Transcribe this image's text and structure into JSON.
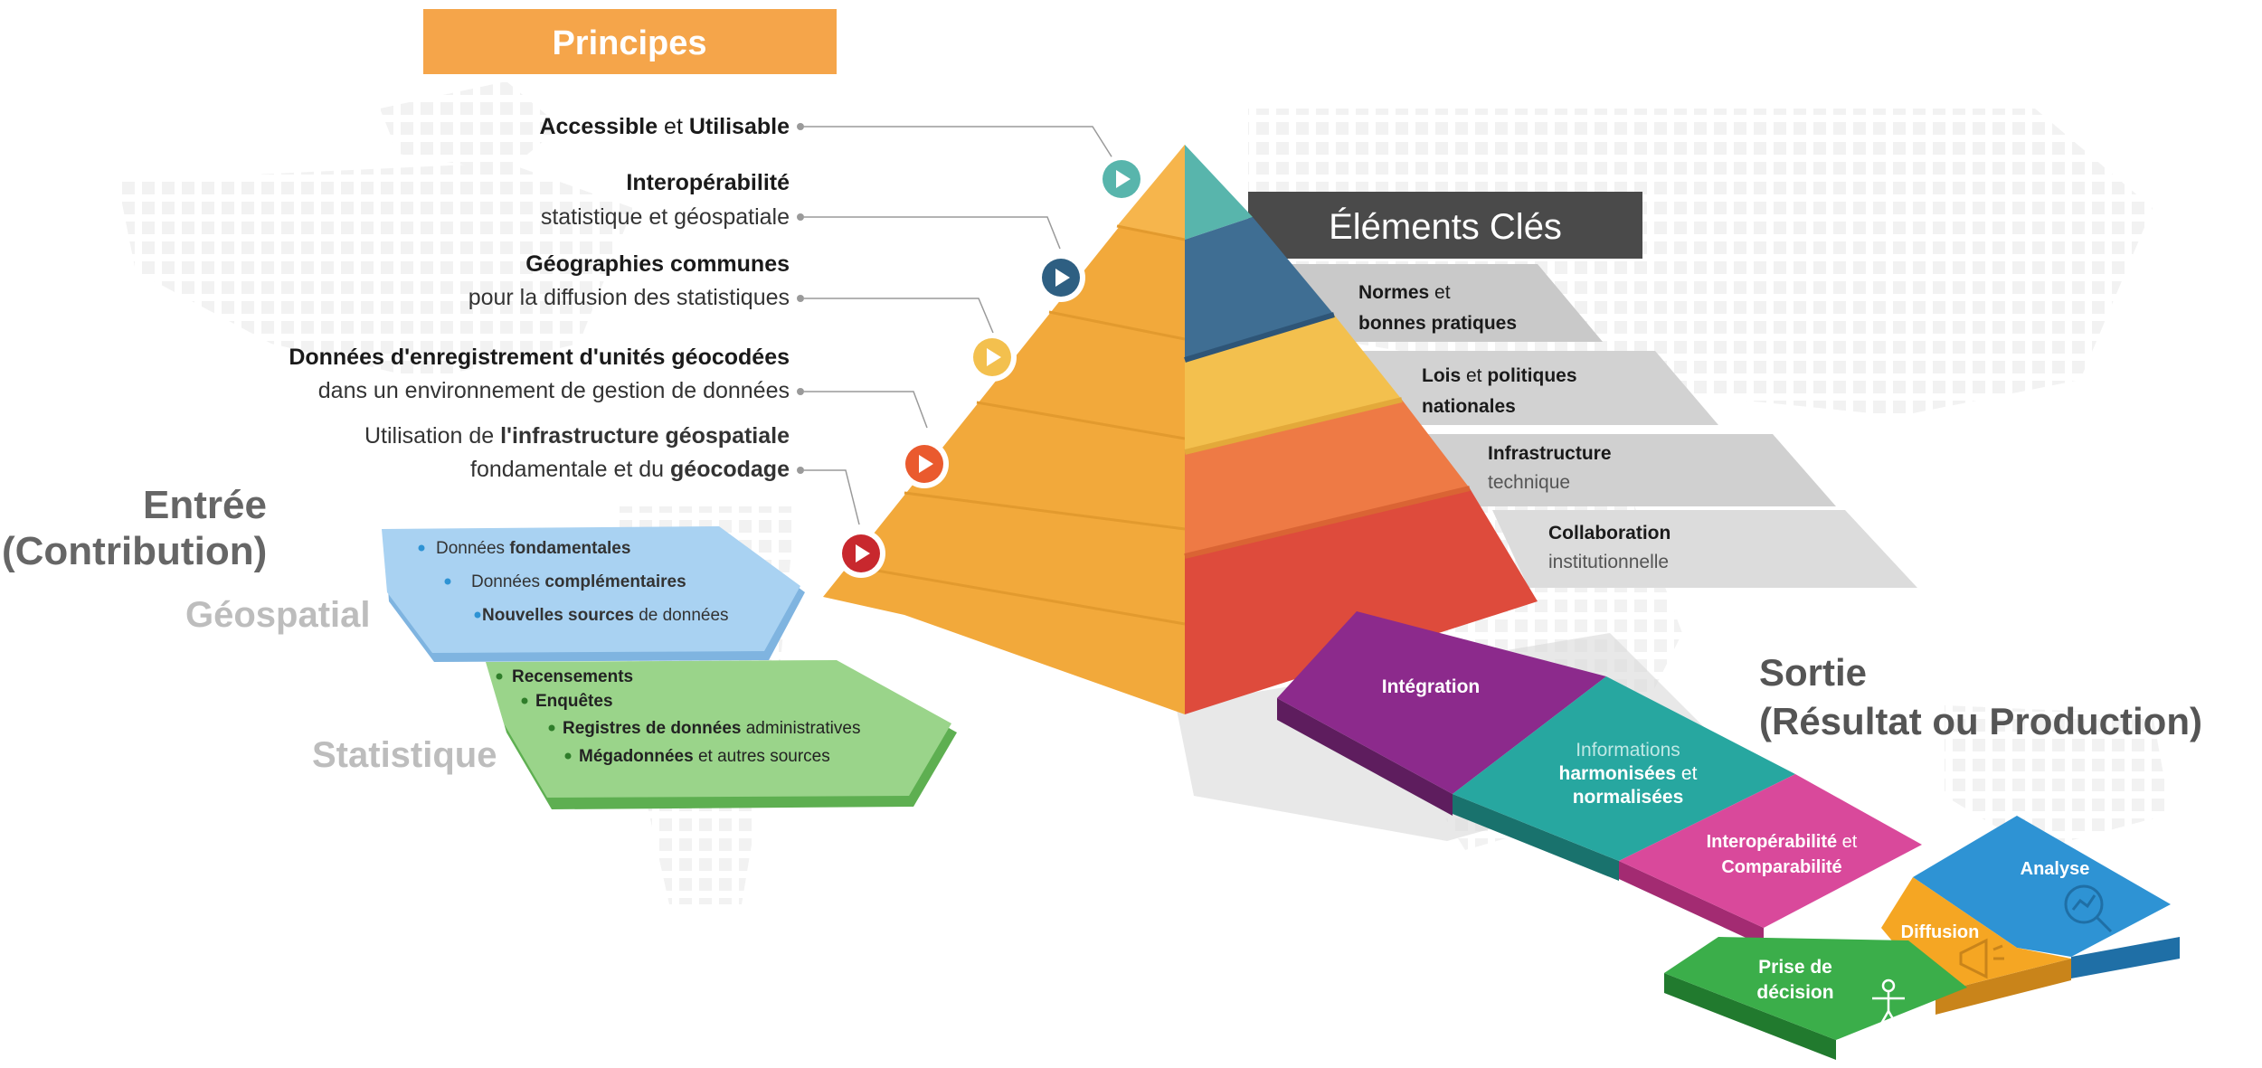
{
  "principles": {
    "header": "Principes",
    "items": [
      {
        "segments": [
          {
            "text": "Accessible",
            "bold": true
          },
          {
            "text": " et ",
            "bold": false
          },
          {
            "text": "Utilisable",
            "bold": true
          }
        ],
        "line2": []
      },
      {
        "segments": [
          {
            "text": "Interopérabilité",
            "bold": true
          }
        ],
        "line2": [
          {
            "text": "statistique et géospatiale",
            "bold": false
          }
        ]
      },
      {
        "segments": [
          {
            "text": "Géographies communes",
            "bold": true
          }
        ],
        "line2": [
          {
            "text": "pour la diffusion des statistiques",
            "bold": false
          }
        ]
      },
      {
        "segments": [
          {
            "text": "Données d'enregistrement d'unités géocodées",
            "bold": true
          }
        ],
        "line2": [
          {
            "text": "dans un environnement de gestion de données",
            "bold": false
          }
        ]
      },
      {
        "segments": [
          {
            "text": "Utilisation de ",
            "bold": false
          },
          {
            "text": "l'infrastructure géospatiale",
            "bold": true
          }
        ],
        "line2": [
          {
            "text": "fondamentale et du ",
            "bold": false
          },
          {
            "text": "géocodage",
            "bold": true
          }
        ]
      }
    ]
  },
  "key_elements": {
    "header": "Éléments Clés",
    "items": [
      {
        "line1": [
          {
            "text": "Normes",
            "bold": true
          },
          {
            "text": " et",
            "bold": false
          }
        ],
        "line2": [
          {
            "text": "bonnes pratiques",
            "bold": true
          }
        ]
      },
      {
        "line1": [
          {
            "text": "Lois",
            "bold": true
          },
          {
            "text": " et ",
            "bold": false
          },
          {
            "text": "politiques",
            "bold": true
          }
        ],
        "line2": [
          {
            "text": "nationales",
            "bold": true
          }
        ]
      },
      {
        "line1": [
          {
            "text": "Infrastructure",
            "bold": true
          }
        ],
        "line2": [
          {
            "text": "technique",
            "bold": false
          }
        ]
      },
      {
        "line1": [
          {
            "text": "Collaboration",
            "bold": true
          }
        ],
        "line2": [
          {
            "text": "institutionnelle",
            "bold": false
          }
        ]
      }
    ]
  },
  "input": {
    "title_line1": "Entrée",
    "title_line2": "(Contribution)",
    "geospatial": {
      "label": "Géospatial",
      "items": [
        [
          {
            "text": "Données ",
            "bold": false
          },
          {
            "text": "fondamentales",
            "bold": true
          }
        ],
        [
          {
            "text": "Données ",
            "bold": false
          },
          {
            "text": "complémentaires",
            "bold": true
          }
        ],
        [
          {
            "text": "Nouvelles sources",
            "bold": true
          },
          {
            "text": " de données",
            "bold": false
          }
        ]
      ]
    },
    "statistical": {
      "label": "Statistique",
      "items": [
        [
          {
            "text": "Recensements",
            "bold": true
          }
        ],
        [
          {
            "text": "Enquêtes",
            "bold": true
          }
        ],
        [
          {
            "text": "Registres de données",
            "bold": true
          },
          {
            "text": " administratives",
            "bold": false
          }
        ],
        [
          {
            "text": "Mégadonnées",
            "bold": true
          },
          {
            "text": " et autres sources",
            "bold": false
          }
        ]
      ]
    }
  },
  "output": {
    "title_line1": "Sortie",
    "title_line2": "(Résultat ou Production)",
    "steps": {
      "integration": "Intégration",
      "harmonized": {
        "line1": [
          {
            "text": "Informations",
            "bold": false
          }
        ],
        "line2": [
          {
            "text": "harmonisées",
            "bold": true
          },
          {
            "text": " et",
            "bold": false
          }
        ],
        "line3": [
          {
            "text": "normalisées",
            "bold": true
          }
        ]
      },
      "interop": {
        "line1": [
          {
            "text": "Interopérabilité",
            "bold": true
          },
          {
            "text": " et",
            "bold": false
          }
        ],
        "line2": [
          {
            "text": "Comparabilité",
            "bold": true
          }
        ]
      },
      "analysis": "Analyse",
      "diffusion": "Diffusion",
      "decision_line1": "Prise de",
      "decision_line2": "décision"
    }
  },
  "colors": {
    "principles_header": "#F5A54A",
    "key_header": "#4A4A4A",
    "pyramid_front": "#F2A93B",
    "tier_teal": "#58B5AC",
    "tier_blue": "#3F6E93",
    "tier_yellow": "#F3C04E",
    "tier_orange": "#EE7A45",
    "tier_red": "#DE4B3C",
    "geo_box": "#9ECBF0",
    "stat_box": "#90CC7E",
    "integration": "#8C2A8C",
    "harmonized": "#27A7A0",
    "interop": "#D9499B",
    "analysis": "#2E93D4",
    "diffusion": "#F5A623",
    "decision": "#3BAE4A"
  }
}
